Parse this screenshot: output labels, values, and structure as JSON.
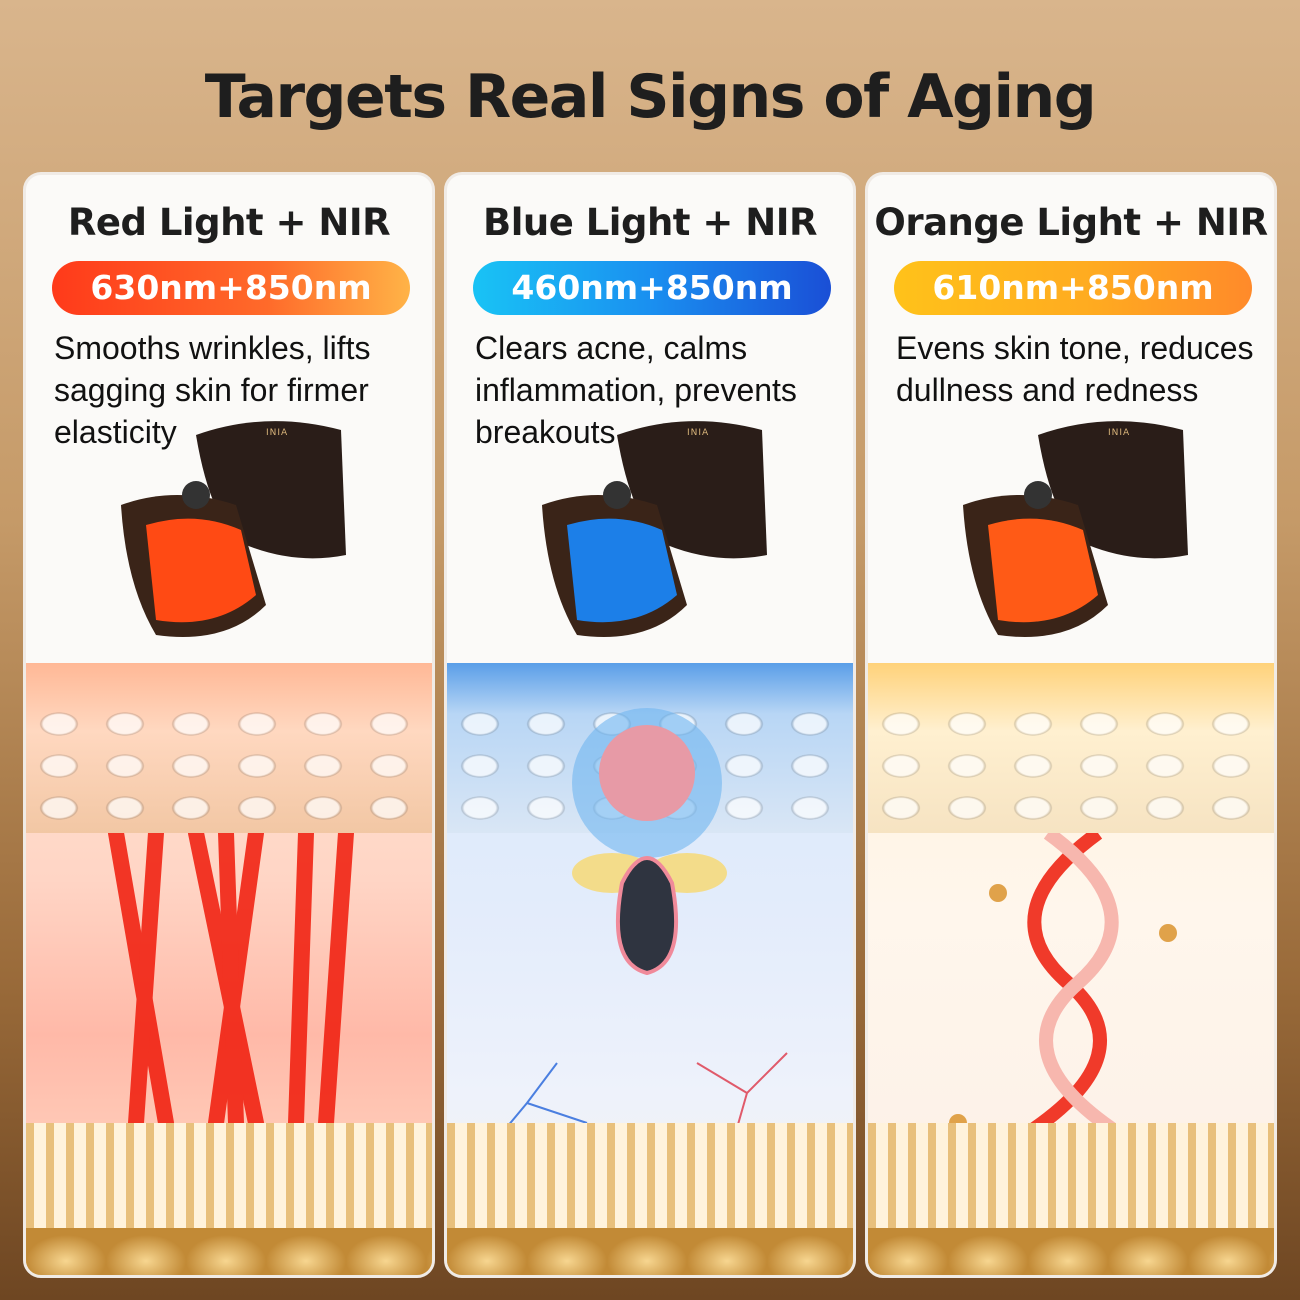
{
  "title": "Targets Real Signs of Aging",
  "cards": [
    {
      "heading": "Red Light + NIR",
      "wavelength": "630nm+850nm",
      "description": "Smooths wrinkles, lifts sagging skin for firmer elasticity",
      "accent": "#ff4a1c",
      "pill_gradient": [
        "#ff3a1a",
        "#ffb347"
      ],
      "mask_color": "#ff4a14",
      "brand": "INIA"
    },
    {
      "heading": "Blue Light + NIR",
      "wavelength": "460nm+850nm",
      "description": "Clears acne, calms inflammation, prevents breakouts",
      "accent": "#1f8ff0",
      "pill_gradient": [
        "#19c3f5",
        "#1a4fd6"
      ],
      "mask_color": "#1c7fe8",
      "brand": "INIA"
    },
    {
      "heading": "Orange Light + NIR",
      "wavelength": "610nm+850nm",
      "description": "Evens skin tone, reduces dullness and redness",
      "accent": "#ffb020",
      "pill_gradient": [
        "#ffc21a",
        "#ff8a2a"
      ],
      "mask_color": "#ff5a16",
      "brand": "INIA"
    }
  ]
}
